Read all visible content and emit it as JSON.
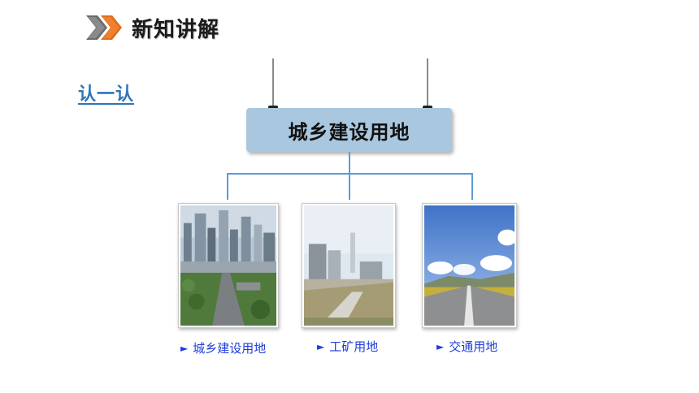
{
  "header": {
    "title": "新知讲解",
    "icon": "double-chevron-icon",
    "accent": "#e06b1f"
  },
  "activity": {
    "label": "认一认"
  },
  "main_sign": {
    "label": "城乡建设用地"
  },
  "items": [
    {
      "label": "城乡建设用地",
      "image": "city-buildings-photo"
    },
    {
      "label": "工矿用地",
      "image": "industrial-plant-photo"
    },
    {
      "label": "交通用地",
      "image": "highway-road-photo"
    }
  ],
  "bullet": "►",
  "colors": {
    "title_blue": "#2e75b6",
    "sign_bg": "#a9c7de",
    "connector": "#5b9bd5",
    "caption": "#1f3ddc"
  }
}
